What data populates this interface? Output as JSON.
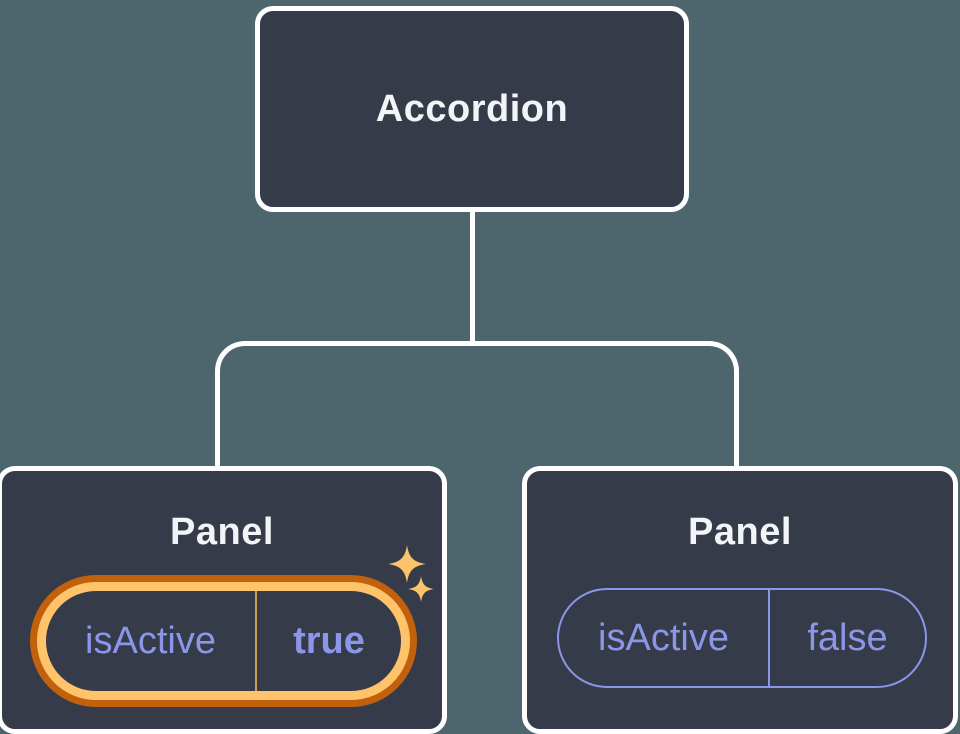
{
  "diagram": {
    "root": {
      "label": "Accordion"
    },
    "panels": [
      {
        "label": "Panel",
        "prop": {
          "name": "isActive",
          "value": "true"
        },
        "highlighted": true,
        "sparkles": true
      },
      {
        "label": "Panel",
        "prop": {
          "name": "isActive",
          "value": "false"
        },
        "highlighted": false,
        "sparkles": false
      }
    ]
  },
  "colors": {
    "background": "#4d666e",
    "card": "#353b48",
    "connector_line": "#ffffff",
    "label_text": "#f2f4f7",
    "prop_purple": "#8c96e8",
    "highlight_orange_dark": "#c2610c",
    "highlight_orange_light": "#ffc36c",
    "highlight_divider": "#cf9b52",
    "sparkle_gold": "#fcc46a"
  }
}
